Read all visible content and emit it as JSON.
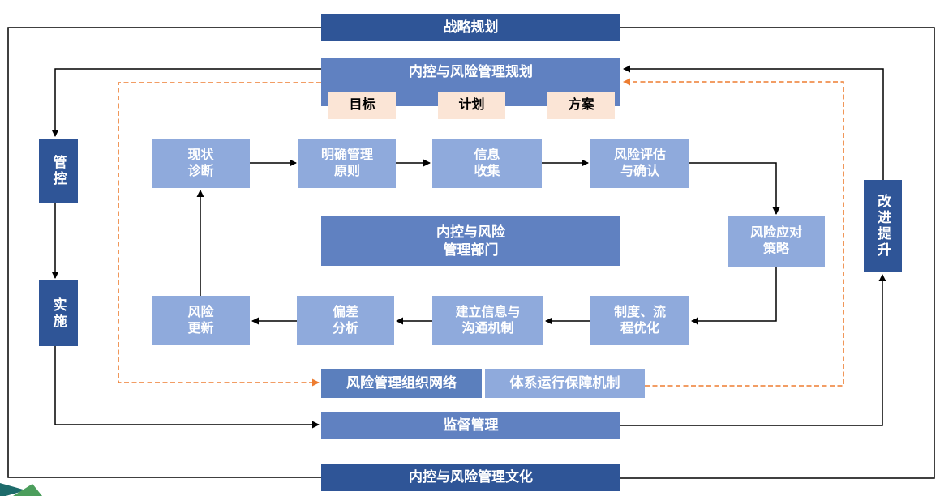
{
  "palette": {
    "dark_blue": "#2F5597",
    "medium_blue": "#6081C1",
    "medium_dark_blue": "#5B7FBD",
    "light_blue": "#8FAADC",
    "peach": "#FBE5D6",
    "orange": "#ED7D31",
    "line_color": "#000000",
    "logo_teal": "#1D6B6B",
    "logo_green": "#4C9E5C"
  },
  "nodes": {
    "strategic_planning": "战略规划",
    "ic_risk_planning": "内控与风险管理规划",
    "goal": "目标",
    "plan": "计划",
    "scheme": "方案",
    "control": "管控",
    "implementation": "实施",
    "improvement": "改进提升",
    "status_diagnosis": "现状\n诊断",
    "clarify_principles": "明确管理\n原则",
    "info_collection": "信息\n收集",
    "risk_assessment": "风险评估\n与确认",
    "center_department": "内控与风险\n管理部门",
    "risk_response": "风险应对\n策略",
    "risk_update": "风险\n更新",
    "deviation_analysis": "偏差\n分析",
    "communication_mechanism": "建立信息与\n沟通机制",
    "process_optimization": "制度、流\n程优化",
    "org_network": "风险管理组织网络",
    "operation_guarantee": "体系运行保障机制",
    "supervision": "监督管理",
    "culture": "内控与风险管理文化"
  }
}
